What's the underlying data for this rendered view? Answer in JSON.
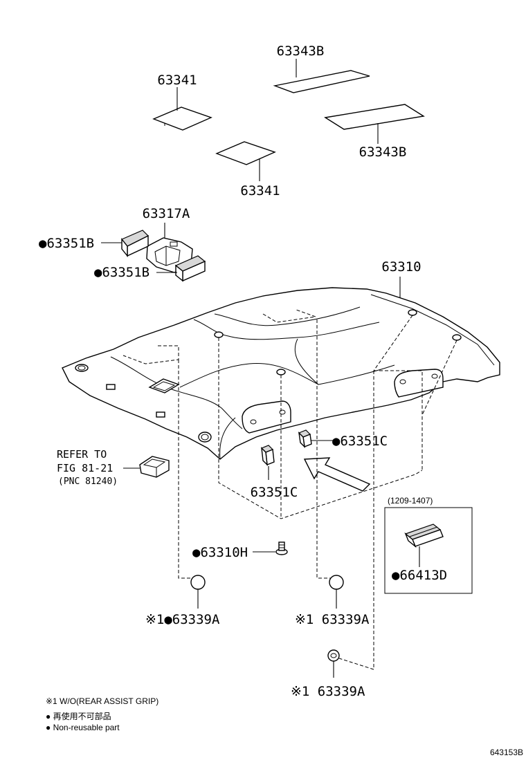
{
  "labels": {
    "p63343b_top": "63343B",
    "p63341_top": "63341",
    "p63343b_right": "63343B",
    "p63341_bottom": "63341",
    "p63317a": "63317A",
    "p63351b_1": "●63351B",
    "p63351b_2": "●63351B",
    "p63310": "63310",
    "p63351c_right": "●63351C",
    "p63351c_left": "63351C",
    "p63310h": "●63310H",
    "p63339a_left": "※1●63339A",
    "p63339a_mid": "※1 63339A",
    "p63339a_bottom": "※1 63339A",
    "p66413d": "●66413D",
    "date_range": "(1209-1407)",
    "refer_line1": "REFER TO",
    "refer_line2": "FIG 81-21",
    "refer_line3": "(PNC 81240)"
  },
  "notes": {
    "note1": "※1 W/O(REAR ASSIST GRIP)",
    "note2": "● 再使用不可部品",
    "note3": "● Non-reusable part"
  },
  "figure_id": "643153B"
}
